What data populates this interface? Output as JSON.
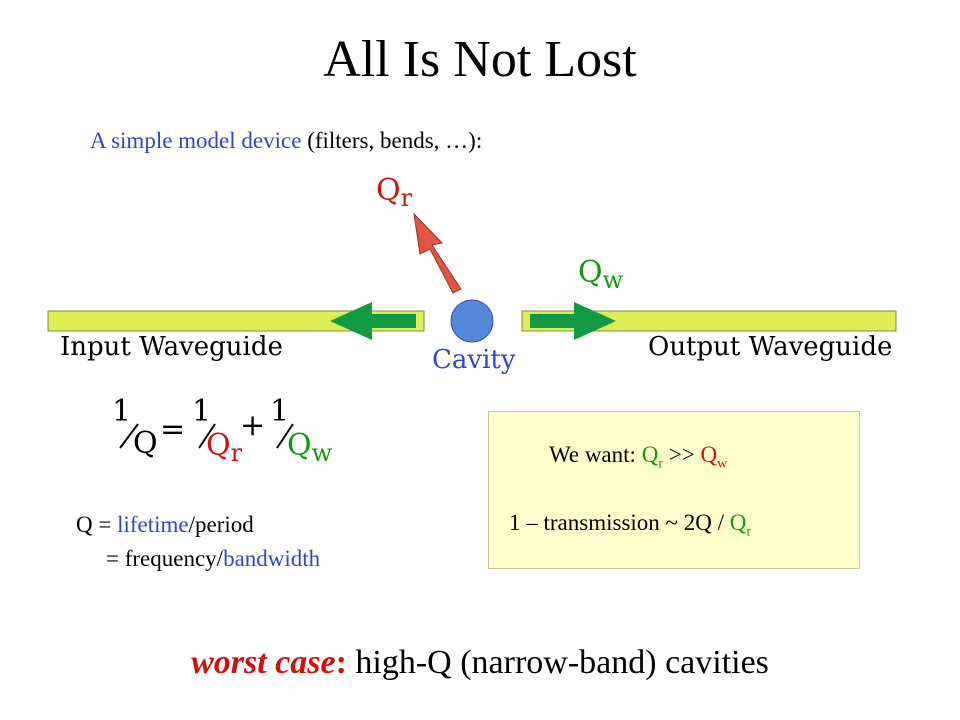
{
  "title": "All Is Not Lost",
  "subtitle": {
    "part1": "A simple model device",
    "part2": " (filters, bends, …):"
  },
  "diagram": {
    "input_label": "Input Waveguide",
    "output_label": "Output Waveguide",
    "cavity_label": "Cavity",
    "qr_main": "Q",
    "qr_sub": "r",
    "qw_main": "Q",
    "qw_sub": "w"
  },
  "formula": {
    "one": "1",
    "lhs_q": "Q",
    "equals": "=",
    "plus": "+",
    "qr_main": "Q",
    "qr_sub": "r",
    "qw_main": "Q",
    "qw_sub": "w"
  },
  "definitions": {
    "line1_prefix": "Q = ",
    "line1_a": "lifetime",
    "line1_b": "/period",
    "line2_prefix": "= frequency/",
    "line2_a": "bandwidth"
  },
  "box": {
    "want_text": "We want: ",
    "want_q1": "Q",
    "want_q1_sub": "r",
    "want_op": " >> ",
    "want_q2": "Q",
    "want_q2_sub": "w",
    "trans_text": "1 – transmission ~ 2Q / ",
    "trans_q": "Q",
    "trans_q_sub": "r"
  },
  "bottom": {
    "emph": "worst case",
    "colon": ":",
    "rest": " high-Q (narrow-band) cavities"
  },
  "colors": {
    "waveguide": "#ddee55",
    "arrow_green": "#119944",
    "arrow_red": "#e05544",
    "cavity": "#5588dd",
    "box_bg": "#ffffcc"
  }
}
